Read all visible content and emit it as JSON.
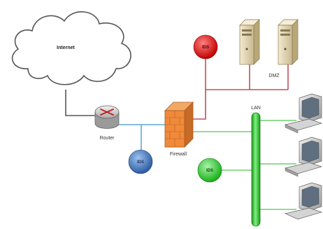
{
  "diagram": {
    "nodes": {
      "internet": {
        "label": "Internet"
      },
      "router": {
        "label": "Router"
      },
      "firewall": {
        "label": "Firewall"
      },
      "dmz": {
        "label": "DMZ"
      },
      "lan": {
        "label": "LAN"
      },
      "ids_red": {
        "label": "IDS"
      },
      "ids_blue": {
        "label": "IDS"
      },
      "ids_green": {
        "label": "IDS"
      }
    },
    "colors": {
      "internet_link": "#555555",
      "router_firewall_link": "#5fa9d6",
      "dmz_link": "#c0505a",
      "lan_link": "#6ed06e",
      "lan_bus": "#3cc83c",
      "ids_red": "#e01818",
      "ids_blue": "#3a6fb8",
      "ids_green": "#2ed02e",
      "firewall": "#f08a3a",
      "server": "#e8dcc0"
    }
  }
}
